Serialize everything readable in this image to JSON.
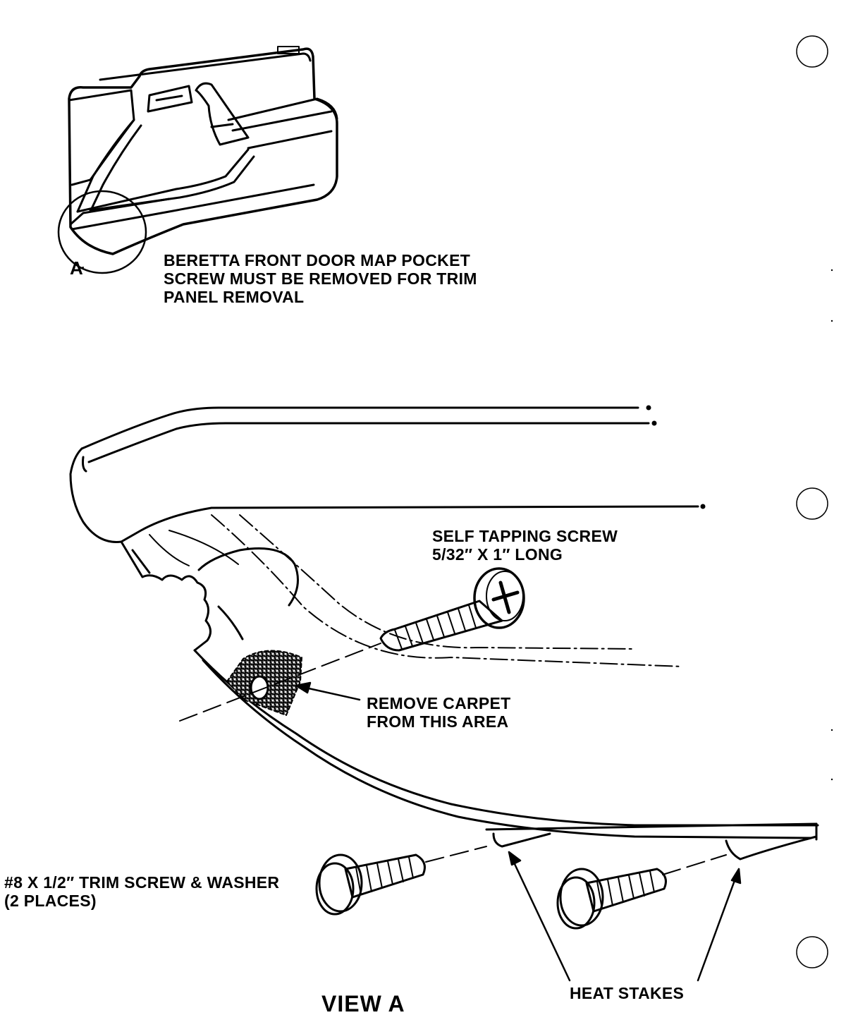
{
  "labels": {
    "beretta_note": [
      "BERETTA FRONT DOOR MAP POCKET",
      "SCREW MUST BE REMOVED FOR TRIM",
      "PANEL REMOVAL"
    ],
    "callout_a": "A",
    "self_tapping": [
      "SELF TAPPING SCREW",
      "5/32″ X 1″ LONG"
    ],
    "remove_carpet": [
      "REMOVE CARPET",
      "FROM THIS AREA"
    ],
    "trim_screw": [
      "#8 X 1/2″ TRIM SCREW & WASHER",
      "(2 PLACES)"
    ],
    "heat_stakes": "HEAT STAKES",
    "view_title": "VIEW A"
  }
}
